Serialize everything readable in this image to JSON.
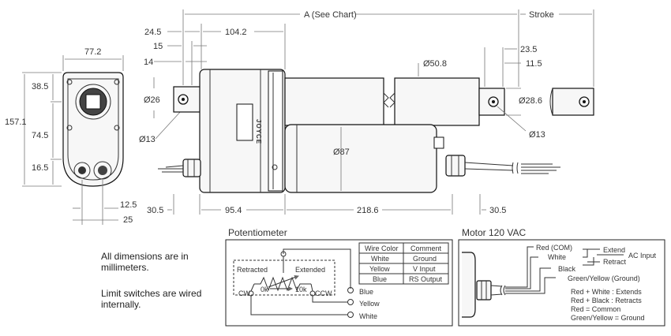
{
  "dimensions": {
    "a_see_chart": "A (See Chart)",
    "stroke": "Stroke",
    "d_24_5": "24.5",
    "d_104_2": "104.2",
    "d_15": "15",
    "d_14": "14",
    "d_26_dia": "Ø26",
    "d_13_dia_left": "Ø13",
    "d_50_8_dia": "Ø50.8",
    "d_87_dia": "Ø87",
    "d_23_5": "23.5",
    "d_11_5": "11.5",
    "d_28_6_dia": "Ø28.6",
    "d_13_dia_right": "Ø13",
    "d_77_2": "77.2",
    "d_38_5": "38.5",
    "d_157_1": "157.1",
    "d_74_5": "74.5",
    "d_16_5": "16.5",
    "d_12_5": "12.5",
    "d_25": "25",
    "d_30_5_left": "30.5",
    "d_95_4": "95.4",
    "d_218_6": "218.6",
    "d_30_5_right": "30.5"
  },
  "brand": "JOYCE",
  "notes": {
    "line1": "All dimensions are in",
    "line2": "millimeters.",
    "line3": "Limit switches are wired",
    "line4": "internally."
  },
  "potentiometer": {
    "title": "Potentiometer",
    "retracted": "Retracted",
    "extended": "Extended",
    "cw": "CW",
    "ccw": "CCW",
    "zero_k": "0k",
    "ten_k": "10k",
    "blue": "Blue",
    "yellow": "Yellow",
    "white": "White",
    "table": {
      "headers": [
        "Wire Color",
        "Comment"
      ],
      "rows": [
        [
          "White",
          "Ground"
        ],
        [
          "Yellow",
          "V Input"
        ],
        [
          "Blue",
          "RS Output"
        ]
      ]
    }
  },
  "motor": {
    "title": "Motor 120 VAC",
    "red_com": "Red (COM)",
    "white": "White",
    "black": "Black",
    "green_yellow": "Green/Yellow (Ground)",
    "extend": "Extend",
    "retract": "Retract",
    "ac_input": "AC Input",
    "legend1": "Red + White : Extends",
    "legend2": "Red + Black : Retracts",
    "legend3": "Red = Common",
    "legend4": "Green/Yellow = Ground"
  }
}
